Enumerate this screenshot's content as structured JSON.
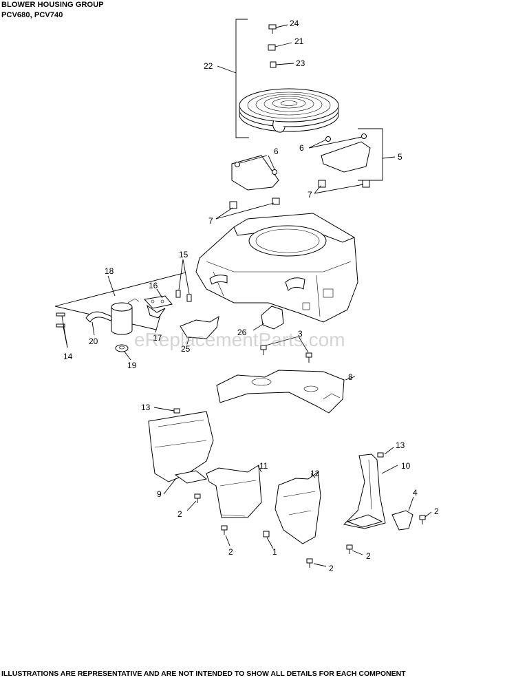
{
  "header": {
    "title": "BLOWER HOUSING GROUP",
    "models": "PCV680, PCV740"
  },
  "watermark": "eReplacementParts.com",
  "footer": "ILLUSTRATIONS ARE REPRESENTATIVE AND ARE NOT INTENDED TO SHOW ALL DETAILS FOR EACH COMPONENT",
  "callouts": {
    "c1": "1",
    "c2a": "2",
    "c2b": "2",
    "c2c": "2",
    "c2d": "2",
    "c2e": "2",
    "c3": "3",
    "c4": "4",
    "c5": "5",
    "c6a": "6",
    "c6b": "6",
    "c7a": "7",
    "c7b": "7",
    "c8": "8",
    "c9": "9",
    "c10": "10",
    "c11": "11",
    "c12": "12",
    "c13a": "13",
    "c13b": "13",
    "c14": "14",
    "c15": "15",
    "c16": "16",
    "c17": "17",
    "c18": "18",
    "c19": "19",
    "c20": "20",
    "c21": "21",
    "c22": "22",
    "c23": "23",
    "c24": "24",
    "c25": "25",
    "c26": "26"
  }
}
